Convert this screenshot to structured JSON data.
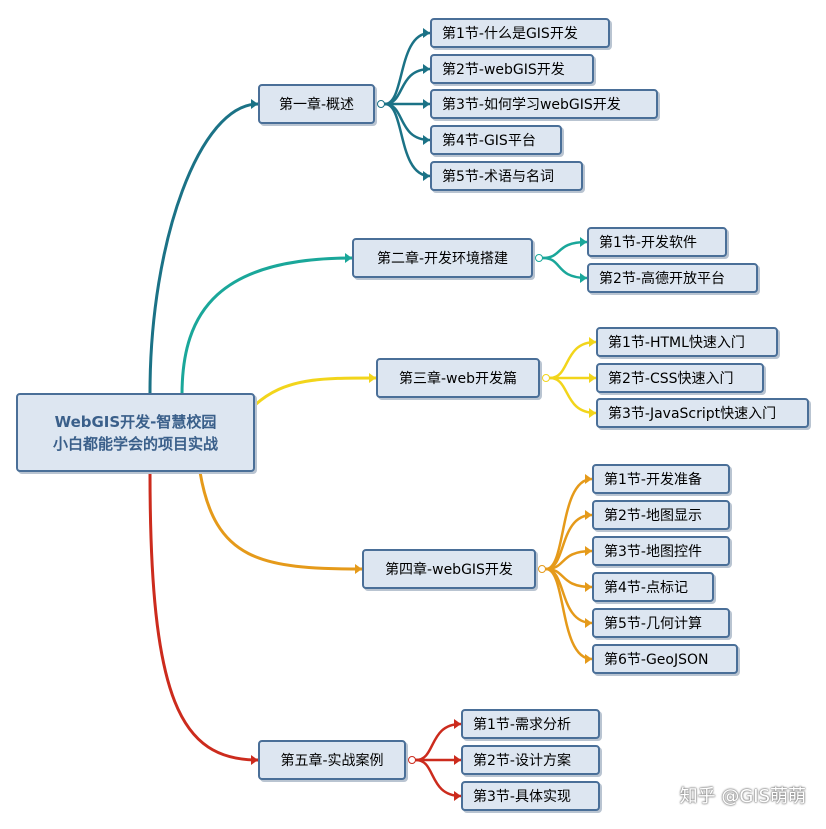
{
  "root": {
    "line1": "WebGIS开发-智慧校园",
    "line2": "小白都能学会的项目实战"
  },
  "chapters": [
    {
      "label": "第一章-概述",
      "color": "#1b7286",
      "sections": [
        "第1节-什么是GIS开发",
        "第2节-webGIS开发",
        "第3节-如何学习webGIS开发",
        "第4节-GIS平台",
        "第5节-术语与名词"
      ]
    },
    {
      "label": "第二章-开发环境搭建",
      "color": "#1aa79a",
      "sections": [
        "第1节-开发软件",
        "第2节-高德开放平台"
      ]
    },
    {
      "label": "第三章-web开发篇",
      "color": "#f2d51b",
      "sections": [
        "第1节-HTML快速入门",
        "第2节-CSS快速入门",
        "第3节-JavaScript快速入门"
      ]
    },
    {
      "label": "第四章-webGIS开发",
      "color": "#e59a1a",
      "sections": [
        "第1节-开发准备",
        "第2节-地图显示",
        "第3节-地图控件",
        "第4节-点标记",
        "第5节-几何计算",
        "第6节-GeoJSON"
      ]
    },
    {
      "label": "第五章-实战案例",
      "color": "#cc2b1d",
      "sections": [
        "第1节-需求分析",
        "第2节-设计方案",
        "第3节-具体实现"
      ]
    }
  ],
  "watermark": "知乎 @GIS萌萌"
}
